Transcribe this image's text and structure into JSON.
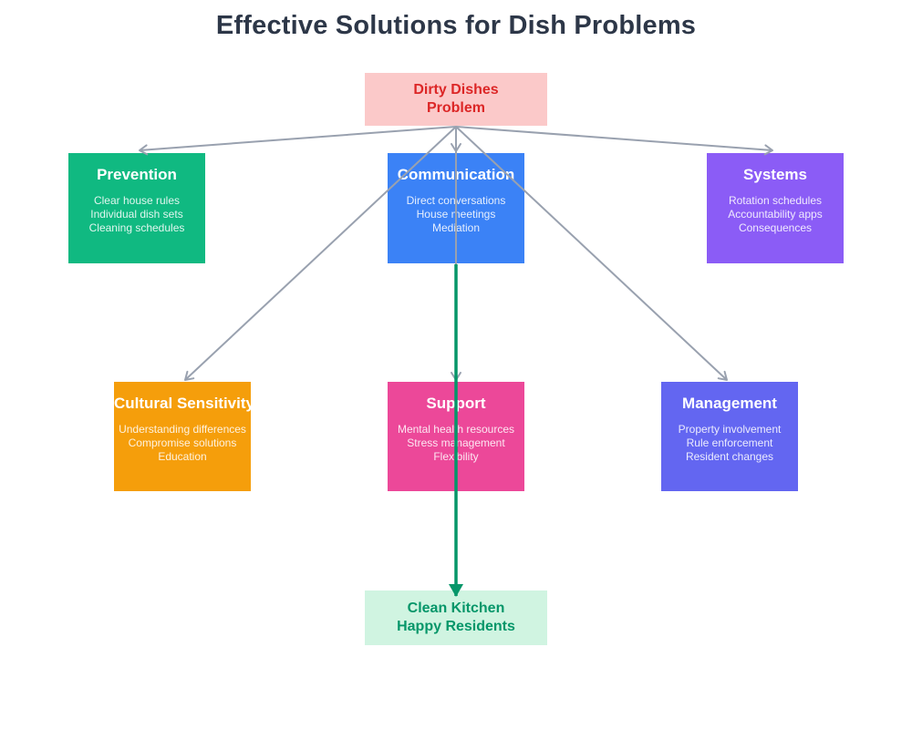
{
  "title": "Effective Solutions for Dish Problems",
  "nodes": {
    "problem": {
      "line1": "Dirty Dishes",
      "line2": "Problem",
      "bg": "#fbc9c9",
      "fg": "#dc2626"
    },
    "prevention": {
      "title": "Prevention",
      "items": [
        "Clear house rules",
        "Individual dish sets",
        "Cleaning schedules"
      ],
      "bg": "#10b981",
      "fg": "#ffffff"
    },
    "communication": {
      "title": "Communication",
      "items": [
        "Direct conversations",
        "House meetings",
        "Mediation"
      ],
      "bg": "#3b82f6",
      "fg": "#ffffff"
    },
    "systems": {
      "title": "Systems",
      "items": [
        "Rotation schedules",
        "Accountability apps",
        "Consequences"
      ],
      "bg": "#8b5cf6",
      "fg": "#ffffff"
    },
    "cultural": {
      "title": "Cultural Sensitivity",
      "items": [
        "Understanding differences",
        "Compromise solutions",
        "Education"
      ],
      "bg": "#f59e0b",
      "fg": "#ffffff"
    },
    "support": {
      "title": "Support",
      "items": [
        "Mental health resources",
        "Stress management",
        "Flexibility"
      ],
      "bg": "#ec4899",
      "fg": "#ffffff"
    },
    "management": {
      "title": "Management",
      "items": [
        "Property involvement",
        "Rule enforcement",
        "Resident changes"
      ],
      "bg": "#6366f1",
      "fg": "#ffffff"
    },
    "outcome": {
      "line1": "Clean Kitchen",
      "line2": "Happy Residents",
      "bg": "#d0f4e1",
      "fg": "#059669"
    }
  },
  "edges": [
    {
      "from": "problem",
      "to": "prevention",
      "color": "#99a1af",
      "arrow": "open"
    },
    {
      "from": "problem",
      "to": "communication",
      "color": "#99a1af",
      "arrow": "open"
    },
    {
      "from": "problem",
      "to": "systems",
      "color": "#99a1af",
      "arrow": "open"
    },
    {
      "from": "problem",
      "to": "cultural",
      "color": "#99a1af",
      "arrow": "open"
    },
    {
      "from": "problem",
      "to": "support",
      "color": "#99a1af",
      "arrow": "open"
    },
    {
      "from": "problem",
      "to": "management",
      "color": "#99a1af",
      "arrow": "open"
    },
    {
      "from": "communication",
      "to": "outcome",
      "color": "#059669",
      "arrow": "solid"
    }
  ],
  "colors": {
    "background": "#ffffff",
    "title_text": "#2d3748",
    "connector_gray": "#99a1af",
    "connector_green": "#059669"
  }
}
